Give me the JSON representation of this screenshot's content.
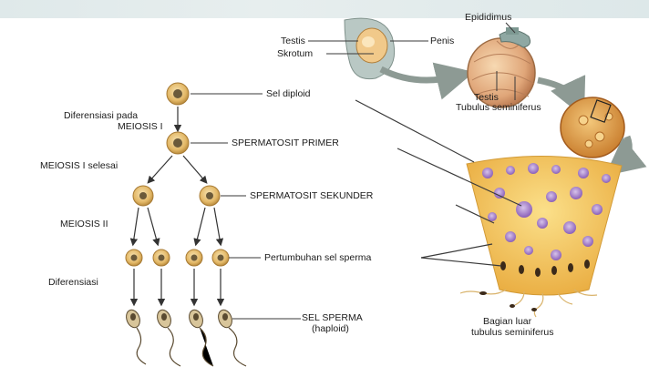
{
  "labels": {
    "testis_top": "Testis",
    "skrotum": "Skrotum",
    "penis": "Penis",
    "epididimus": "Epididimus",
    "testis_mid": "Testis",
    "tubulus_seminiferus": "Tubulus seminiferus",
    "sel_diploid": "Sel diploid",
    "diferensiasi_meiosis_1": "Diferensiasi pada",
    "diferensiasi_meiosis_2": "MEIOSIS I",
    "spermatosit_primer": "SPERMATOSIT PRIMER",
    "meiosis_selesai": "MEIOSIS I selesai",
    "spermatosit_sekunder": "SPERMATOSIT SEKUNDER",
    "meiosis_2": "MEIOSIS II",
    "pertumbuhan": "Pertumbuhan sel sperma",
    "diferensiasi": "Diferensiasi",
    "sel_sperma_1": "SEL SPERMA",
    "sel_sperma_2": "(haploid)",
    "bagian_luar_1": "Bagian luar",
    "bagian_luar_2": "tubulus seminiferus"
  },
  "colors": {
    "cell_fill": "#e8c27a",
    "cell_ring": "#c99a48",
    "nucleus": "#6b5a3a",
    "tissue": "#f3c85e",
    "tissue_dark": "#e4ab3b",
    "purple_cell": "#a07ac8",
    "arrow_gray": "#8d9a94",
    "line": "#3a3a3a"
  }
}
